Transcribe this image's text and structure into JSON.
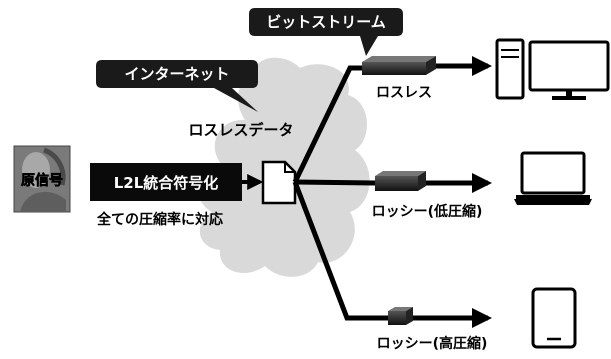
{
  "labels": {
    "original_signal": "原信号",
    "encoder": "L2L統合符号化",
    "encoder_caption": "全ての圧縮率に対応",
    "internet": "インターネット",
    "bitstream": "ビットストリーム",
    "lossless_data": "ロスレスデータ",
    "out_lossless": "ロスレス",
    "out_lossy_low": "ロッシー(低圧縮)",
    "out_lossy_high": "ロッシー(高圧縮)"
  },
  "colors": {
    "line": "#000000",
    "cloud": "#d9d9d9",
    "callout_bg": "#1a1a1a",
    "box_bg": "#0a0a0a",
    "text_on_dark": "#ffffff"
  },
  "icons": [
    "photo-icon",
    "document-icon",
    "desktop-computer-icon",
    "laptop-icon",
    "tablet-icon",
    "data-block-icon"
  ]
}
